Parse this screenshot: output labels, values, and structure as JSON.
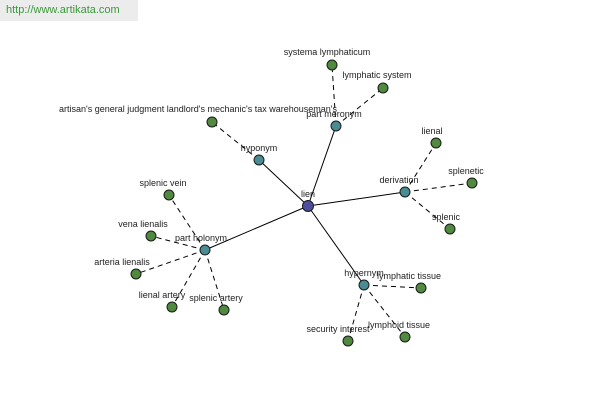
{
  "url": "http://www.artikata.com",
  "colors": {
    "center": "#4d4f9e",
    "relation": "#4a8c93",
    "leaf": "#4f8a3e"
  },
  "nodes": [
    {
      "id": "lien",
      "label": "lien",
      "kind": "center"
    },
    {
      "id": "part_meronym",
      "label": "part meronym",
      "kind": "relation"
    },
    {
      "id": "hyponym",
      "label": "hyponym",
      "kind": "relation"
    },
    {
      "id": "derivation",
      "label": "derivation",
      "kind": "relation"
    },
    {
      "id": "part_holonym",
      "label": "part holonym",
      "kind": "relation"
    },
    {
      "id": "hypernym",
      "label": "hypernym",
      "kind": "relation"
    },
    {
      "id": "systema_lymphaticum",
      "label": "systema lymphaticum",
      "kind": "leaf"
    },
    {
      "id": "lymphatic_system",
      "label": "lymphatic system",
      "kind": "leaf"
    },
    {
      "id": "artisans",
      "label": "artisan's general judgment landlord's mechanic's tax warehouseman's",
      "kind": "leaf"
    },
    {
      "id": "lienal",
      "label": "lienal",
      "kind": "leaf"
    },
    {
      "id": "splenetic",
      "label": "splenetic",
      "kind": "leaf"
    },
    {
      "id": "splenic",
      "label": "splenic",
      "kind": "leaf"
    },
    {
      "id": "splenic_vein",
      "label": "splenic vein",
      "kind": "leaf"
    },
    {
      "id": "vena_lienalis",
      "label": "vena lienalis",
      "kind": "leaf"
    },
    {
      "id": "arteria_lienalis",
      "label": "arteria lienalis",
      "kind": "leaf"
    },
    {
      "id": "lienal_artery",
      "label": "lienal artery",
      "kind": "leaf"
    },
    {
      "id": "splenic_artery",
      "label": "splenic artery",
      "kind": "leaf"
    },
    {
      "id": "lymphatic_tissue",
      "label": "lymphatic tissue",
      "kind": "leaf"
    },
    {
      "id": "security_interest",
      "label": "security interest",
      "kind": "leaf"
    },
    {
      "id": "lymphoid_tissue",
      "label": "lymphoid tissue",
      "kind": "leaf"
    }
  ],
  "edges": [
    {
      "from": "lien",
      "to": "part_meronym",
      "style": "solid"
    },
    {
      "from": "lien",
      "to": "hyponym",
      "style": "solid"
    },
    {
      "from": "lien",
      "to": "derivation",
      "style": "solid"
    },
    {
      "from": "lien",
      "to": "part_holonym",
      "style": "solid"
    },
    {
      "from": "lien",
      "to": "hypernym",
      "style": "solid"
    },
    {
      "from": "part_meronym",
      "to": "systema_lymphaticum",
      "style": "dashed"
    },
    {
      "from": "part_meronym",
      "to": "lymphatic_system",
      "style": "dashed"
    },
    {
      "from": "hyponym",
      "to": "artisans",
      "style": "dashed"
    },
    {
      "from": "derivation",
      "to": "lienal",
      "style": "dashed"
    },
    {
      "from": "derivation",
      "to": "splenetic",
      "style": "dashed"
    },
    {
      "from": "derivation",
      "to": "splenic",
      "style": "dashed"
    },
    {
      "from": "part_holonym",
      "to": "splenic_vein",
      "style": "dashed"
    },
    {
      "from": "part_holonym",
      "to": "vena_lienalis",
      "style": "dashed"
    },
    {
      "from": "part_holonym",
      "to": "arteria_lienalis",
      "style": "dashed"
    },
    {
      "from": "part_holonym",
      "to": "lienal_artery",
      "style": "dashed"
    },
    {
      "from": "part_holonym",
      "to": "splenic_artery",
      "style": "dashed"
    },
    {
      "from": "hypernym",
      "to": "lymphatic_tissue",
      "style": "dashed"
    },
    {
      "from": "hypernym",
      "to": "security_interest",
      "style": "dashed"
    },
    {
      "from": "hypernym",
      "to": "lymphoid_tissue",
      "style": "dashed"
    }
  ]
}
